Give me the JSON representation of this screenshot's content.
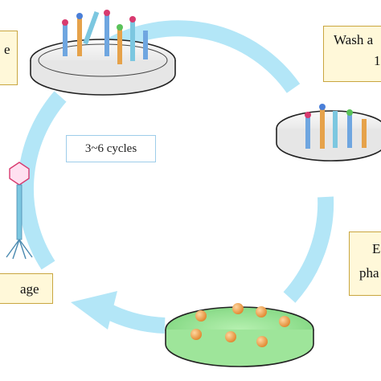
{
  "labels": {
    "top_left_fragment": "e",
    "top_right_line1": "Wash a",
    "top_right_line2": "1",
    "right_line1": "E",
    "right_line2": "pha",
    "bottom_left_fragment": "age",
    "cycles": "3~6 cycles"
  },
  "colors": {
    "cycle_arrow": "#b3e6f7",
    "label_fill": "#fff8d9",
    "label_border": "#c9a640",
    "agar": "#8fe08f",
    "bead": "#f0a050",
    "phage_blue": "#6fa6e0",
    "phage_orange": "#e6a24a",
    "phage_cyan": "#7cc7e0"
  },
  "icons": [
    "petri-dish",
    "phage",
    "cycle-arrow",
    "bacterial-colony"
  ]
}
